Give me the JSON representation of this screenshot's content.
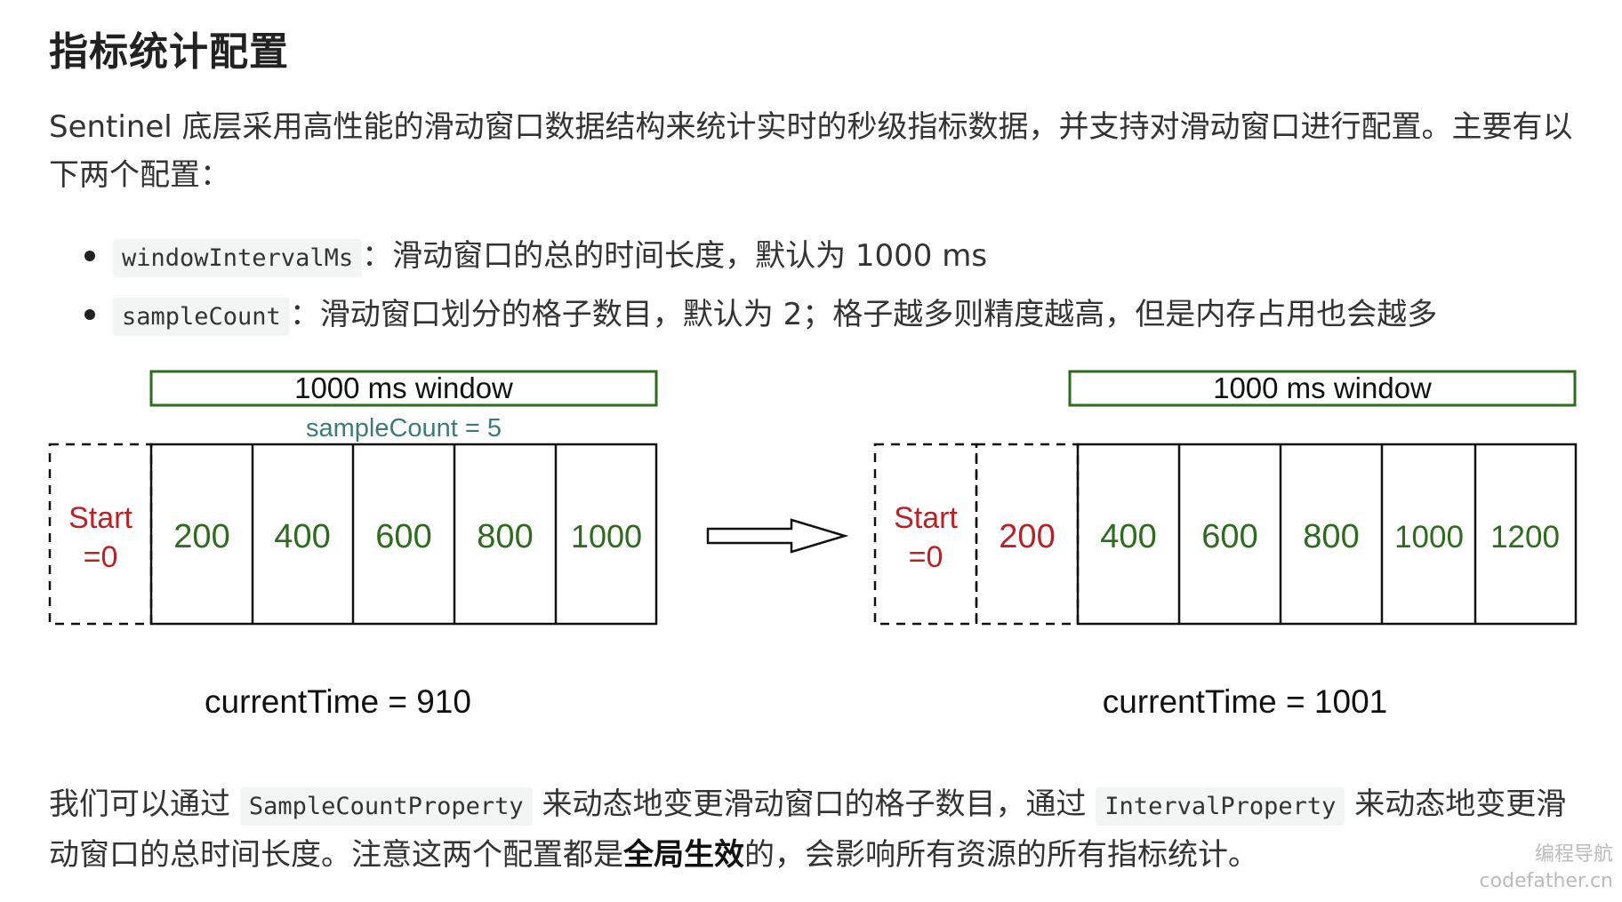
{
  "heading": "指标统计配置",
  "intro": "Sentinel 底层采用高性能的滑动窗口数据结构来统计实时的秒级指标数据，并支持对滑动窗口进行配置。主要有以下两个配置：",
  "bullets": [
    {
      "code": "windowIntervalMs",
      "text": "：滑动窗口的总的时间长度，默认为 1000 ms"
    },
    {
      "code": "sampleCount",
      "text": "：滑动窗口划分的格子数目，默认为 2；格子越多则精度越高，但是内存占用也会越多"
    }
  ],
  "diagram": {
    "left": {
      "window_label": "1000 ms window",
      "sample_label": "sampleCount = 5",
      "start": [
        "Start",
        "=0"
      ],
      "cells": [
        "200",
        "400",
        "600",
        "800",
        "1000"
      ],
      "current_time": "currentTime = 910"
    },
    "right": {
      "window_label": "1000 ms window",
      "start": [
        "Start",
        "=0"
      ],
      "cells": [
        "200",
        "400",
        "600",
        "800",
        "1000",
        "1200"
      ],
      "current_time": "currentTime = 1001"
    },
    "colors": {
      "green": "#2e6b1f",
      "red": "#b52327",
      "teal": "#3e7b78",
      "black": "#111111"
    }
  },
  "outro": {
    "part1": "我们可以通过 ",
    "code1": "SampleCountProperty",
    "part2": " 来动态地变更滑动窗口的格子数目，通过 ",
    "code2": "IntervalProperty",
    "part3": " 来动态地变更滑动窗口的总时间长度。注意这两个配置都是",
    "bold": "全局生效",
    "part4": "的，会影响所有资源的所有指标统计。"
  },
  "watermark": [
    "编程导航",
    "codefather.cn"
  ]
}
